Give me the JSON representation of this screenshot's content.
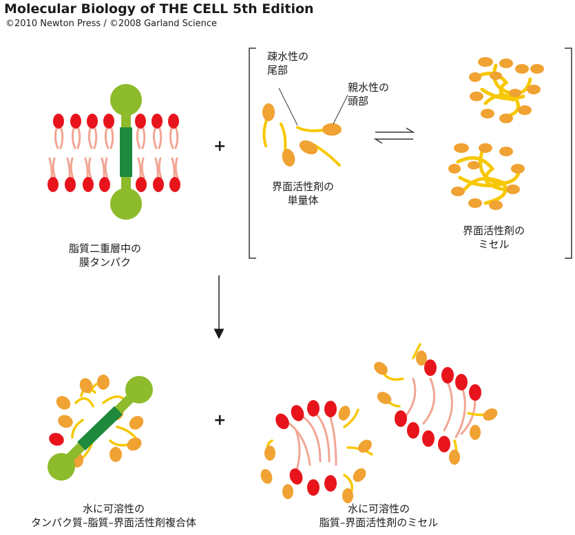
{
  "header": {
    "title": "Molecular Biology of THE CELL 5th Edition",
    "credit": "©2010 Newton Press / ©2008 Garland Science"
  },
  "labels": {
    "membrane_protein": [
      "脂質二重層中の",
      "膜タンパク"
    ],
    "hydrophobic_tail": [
      "疎水性の",
      "尾部"
    ],
    "hydrophilic_head": [
      "親水性の",
      "頭部"
    ],
    "detergent_monomer": [
      "界面活性剤の",
      "単量体"
    ],
    "detergent_micelle": [
      "界面活性剤の",
      "ミセル"
    ],
    "protein_complex": [
      "水に可溶性の",
      "タンパク質–脂質–界面活性剤複合体"
    ],
    "lipid_micelle": [
      "水に可溶性の",
      "脂質–界面活性剤のミセル"
    ]
  },
  "symbols": {
    "plus": "+"
  },
  "colors": {
    "lipid_head": "#e8141c",
    "lipid_tail": "#f2a593",
    "protein_green": "#8dbb2c",
    "protein_dark": "#1f8a3d",
    "detergent_head": "#f0a232",
    "detergent_tail": "#f7c800"
  }
}
